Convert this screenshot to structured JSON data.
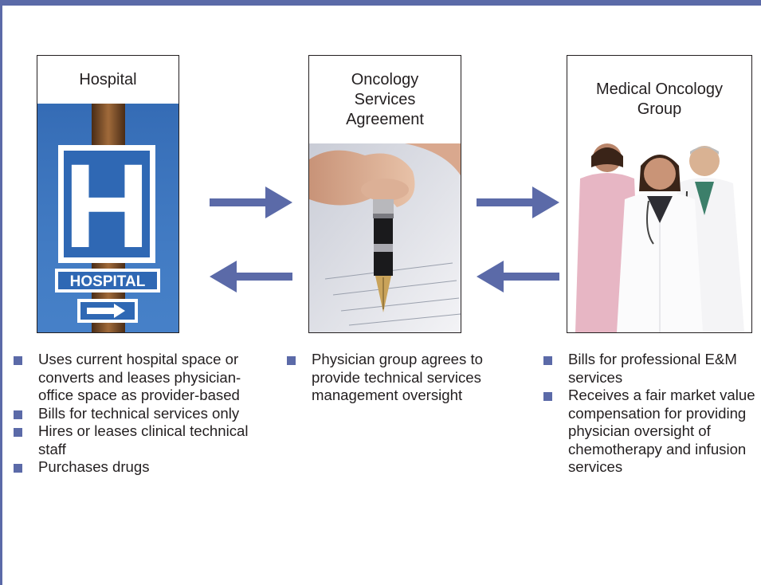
{
  "colors": {
    "accent": "#5b6aa8",
    "text": "#231f20"
  },
  "panels": {
    "hospital": {
      "title": [
        "Hospital"
      ],
      "image": "hospital-sign-photo",
      "sign": {
        "letter": "H",
        "word": "HOSPITAL"
      }
    },
    "agreement": {
      "title": [
        "Oncology",
        "Services",
        "Agreement"
      ],
      "image": "pen-signing-photo"
    },
    "group": {
      "title": [
        "Medical Oncology",
        "Group"
      ],
      "image": "physician-group-photo"
    }
  },
  "arrows": [
    "arrow-right",
    "arrow-left",
    "arrow-right",
    "arrow-left"
  ],
  "bullets": {
    "hospital": [
      "Uses current hospital space or converts and leases physician-office space as provider-based",
      "Bills for technical services only",
      "Hires or leases clinical technical staff",
      "Purchases drugs"
    ],
    "agreement": [
      "Physician group agrees to provide technical services management oversight"
    ],
    "group": [
      "Bills for professional E&M services",
      "Receives a fair market value compensation for providing physician oversight of chemotherapy and infusion services"
    ]
  }
}
